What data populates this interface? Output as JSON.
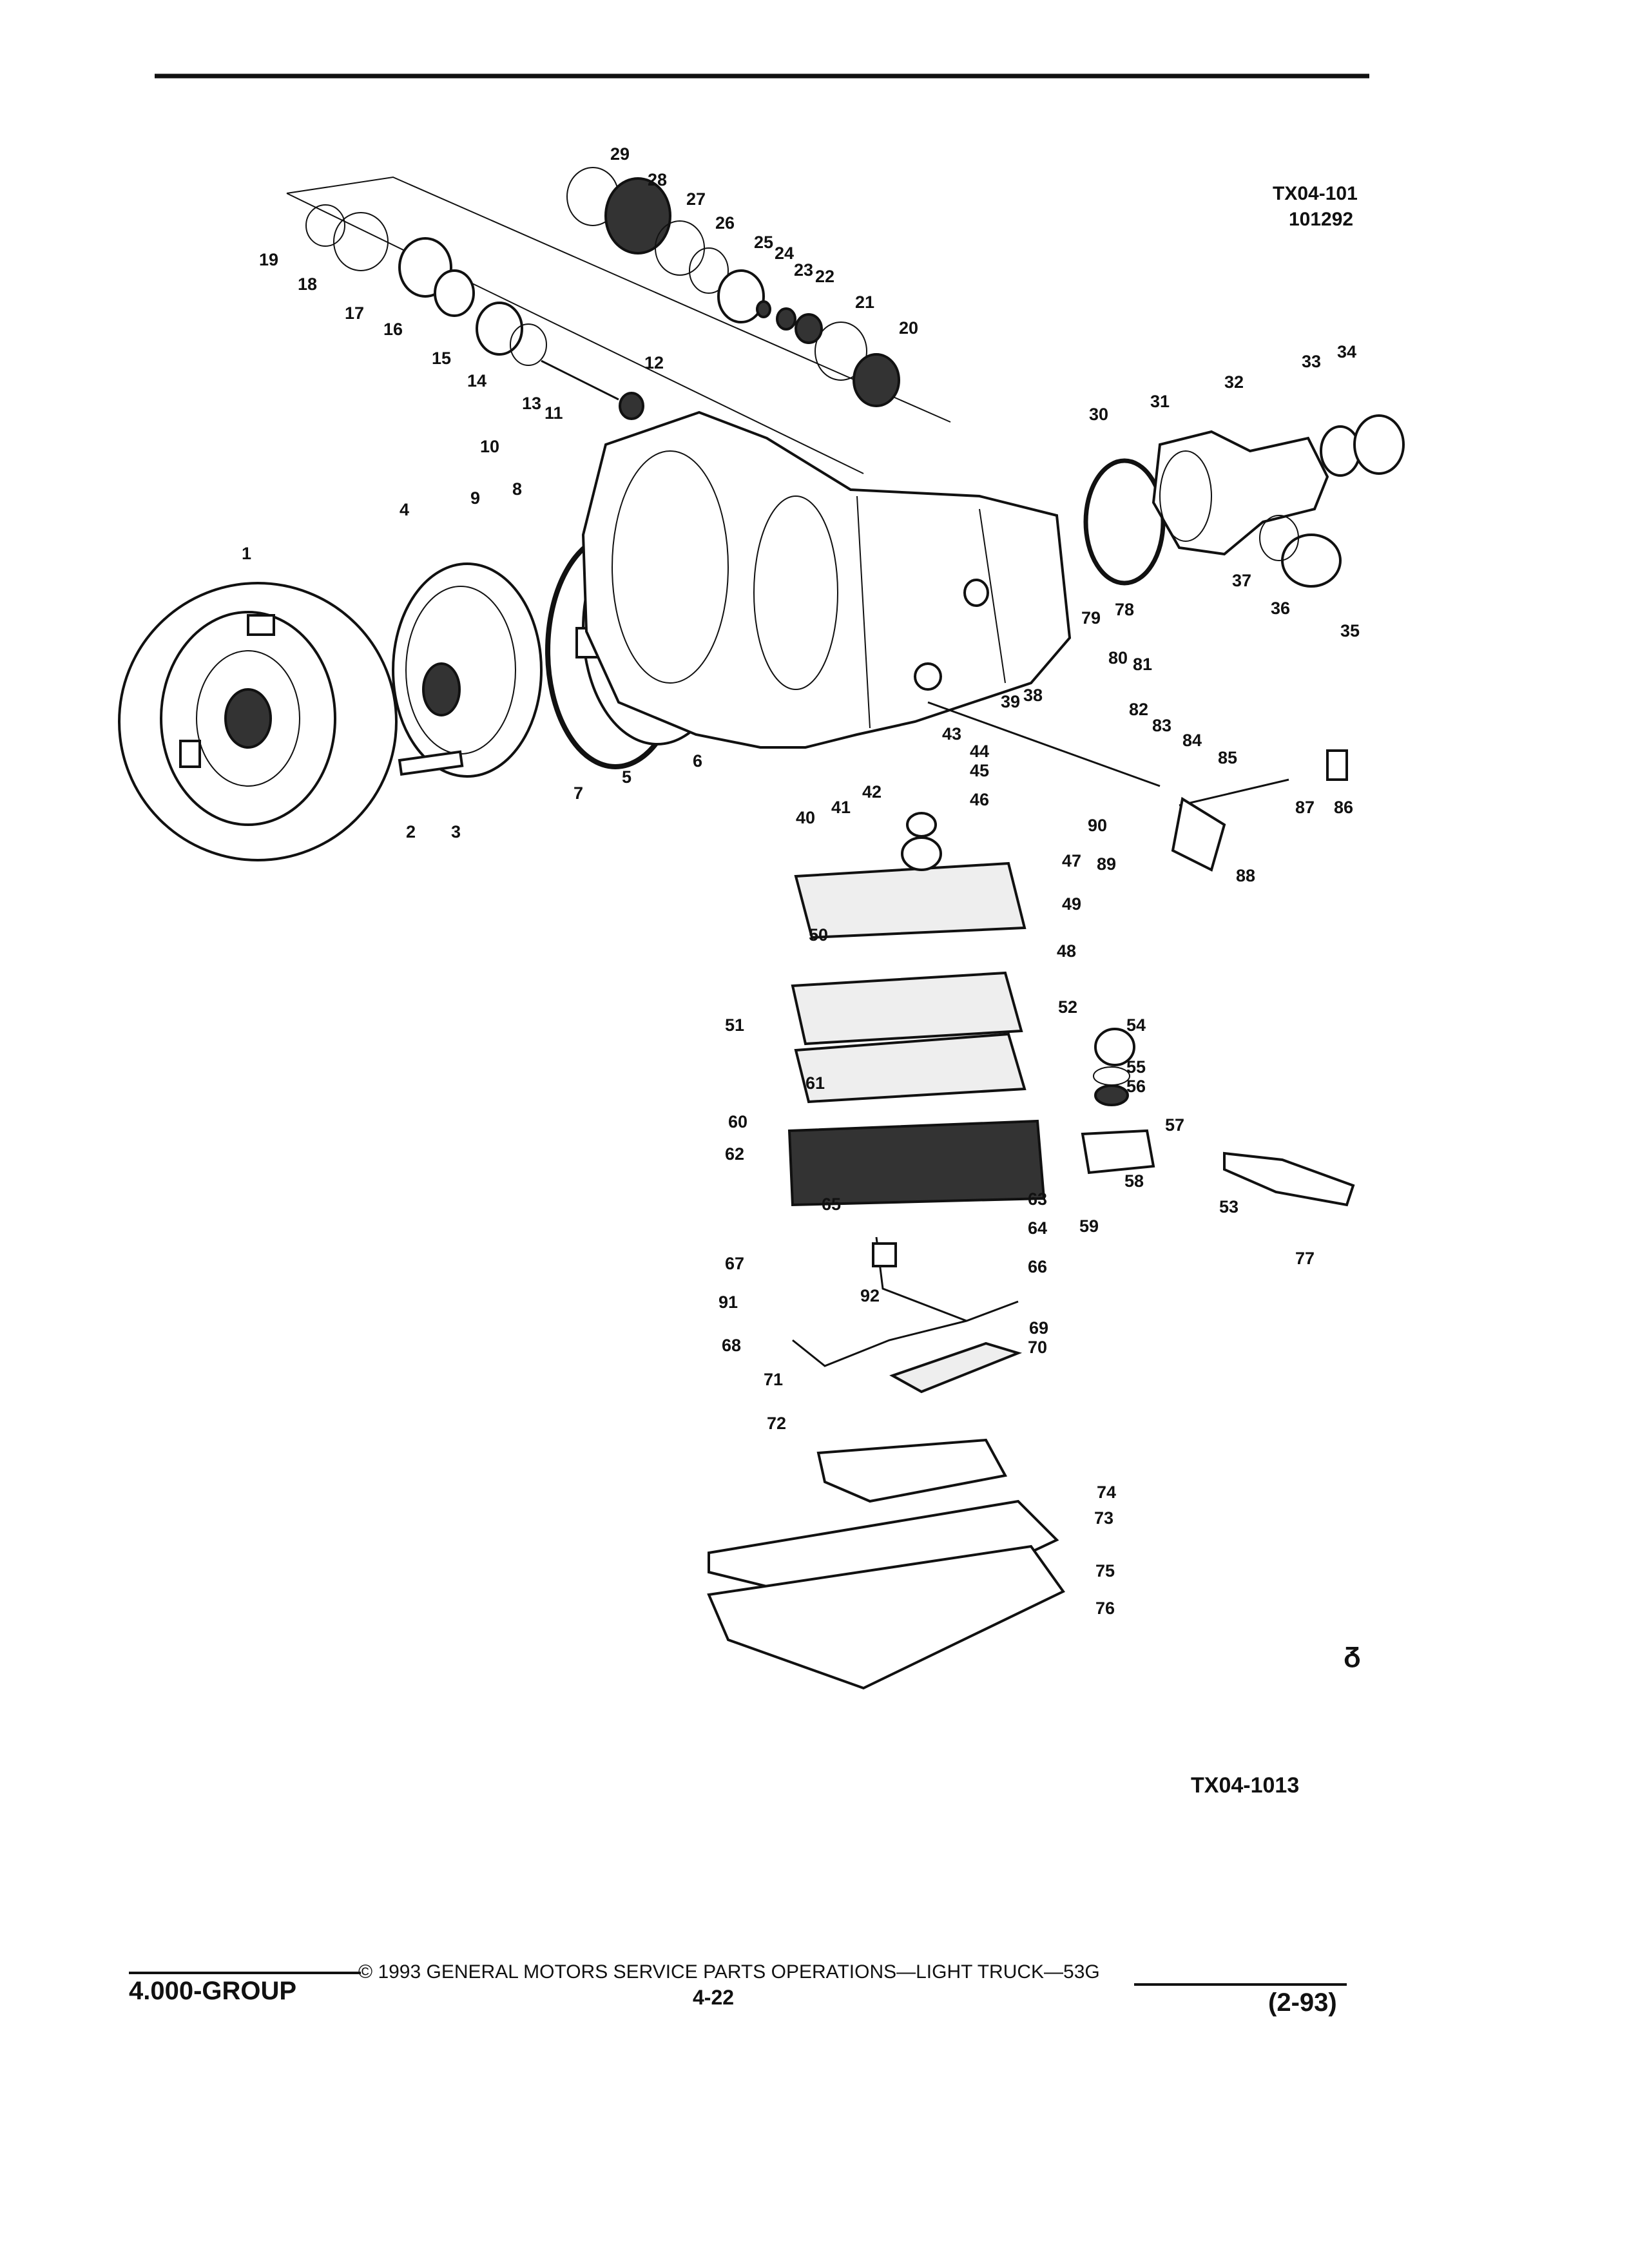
{
  "diagram": {
    "ref_top_code": "TX04-101",
    "ref_top_date": "101292",
    "ref_bottom": "TX04-1013",
    "corner_mark": "ᵹ",
    "callouts": [
      "1",
      "2",
      "3",
      "4",
      "5",
      "6",
      "7",
      "8",
      "9",
      "10",
      "11",
      "12",
      "13",
      "14",
      "15",
      "16",
      "17",
      "18",
      "19",
      "20",
      "21",
      "22",
      "23",
      "24",
      "25",
      "26",
      "27",
      "28",
      "29",
      "30",
      "31",
      "32",
      "33",
      "34",
      "35",
      "36",
      "37",
      "38",
      "39",
      "40",
      "41",
      "42",
      "43",
      "44",
      "45",
      "46",
      "47",
      "48",
      "49",
      "50",
      "51",
      "52",
      "53",
      "54",
      "55",
      "56",
      "57",
      "58",
      "59",
      "60",
      "61",
      "62",
      "63",
      "64",
      "65",
      "66",
      "67",
      "68",
      "69",
      "70",
      "71",
      "72",
      "73",
      "74",
      "75",
      "76",
      "77",
      "78",
      "79",
      "80",
      "81",
      "82",
      "83",
      "84",
      "85",
      "86",
      "87",
      "88",
      "89",
      "90",
      "91",
      "92"
    ]
  },
  "footer": {
    "copyright": "© 1993 GENERAL MOTORS SERVICE PARTS OPERATIONS—LIGHT TRUCK—53G",
    "group": "4.000-GROUP",
    "page": "4-22",
    "revision": "(2-93)"
  }
}
